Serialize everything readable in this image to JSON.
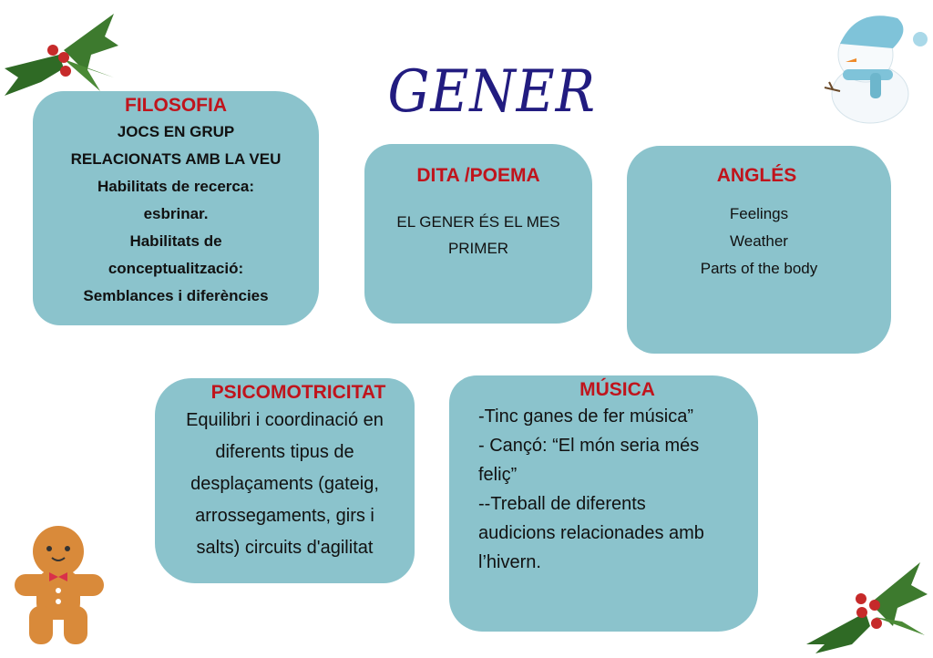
{
  "title": "GENER",
  "sections": {
    "filosofia": {
      "heading": "FILOSOFIA",
      "lines": [
        "JOCS EN GRUP",
        "RELACIONATS AMB LA VEU",
        "Habilitats de recerca:",
        "esbrinar.",
        "Habilitats de",
        "conceptualització:",
        "Semblances i diferències"
      ]
    },
    "dita": {
      "heading": "DITA /POEMA",
      "lines": [
        "EL GENER ÉS EL MES",
        "PRIMER"
      ]
    },
    "angles": {
      "heading": "ANGLÉS",
      "lines": [
        "Feelings",
        "Weather",
        "Parts of the body"
      ]
    },
    "psicomotricitat": {
      "heading": "PSICOMOTRICITAT",
      "lines": [
        "Equilibri i coordinació en",
        "diferents tipus de",
        "desplaçaments (gateig,",
        "arrossegaments, girs i",
        "salts) circuits d'agilitat"
      ]
    },
    "musica": {
      "heading": "MÚSICA",
      "lines": [
        "-Tinc ganes de fer música”",
        "- Cançó: “El món seria més",
        "feliç”",
        "--Treball de diferents",
        "audicions relacionades amb",
        "l’hivern."
      ]
    }
  },
  "colors": {
    "box": "#8bc3cc",
    "heading": "#c0141c",
    "title": "#221c80"
  }
}
